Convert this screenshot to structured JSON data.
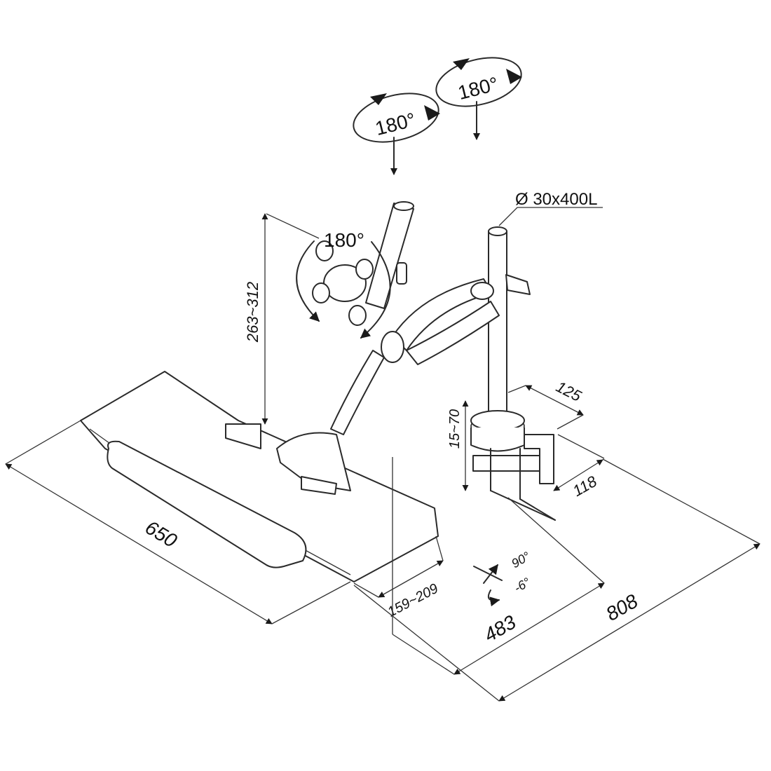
{
  "rotations": {
    "arm_swivel": "180°",
    "pole_swivel": "180°",
    "tilt": "180°"
  },
  "pole": {
    "spec": "Ø 30x400L"
  },
  "dimensions": {
    "monitor_height": "263~312",
    "clamp_thickness": "15~70",
    "clamp_width": "125",
    "clamp_depth": "118",
    "tray_width": "650",
    "tray_depth": "159~209",
    "arm_reach": "483",
    "total_reach": "808",
    "tray_swivel": "90°",
    "tray_tilt": "-6°"
  },
  "colors": {
    "line": "#2a2a2a",
    "background": "#ffffff",
    "shade": "#ececec"
  }
}
